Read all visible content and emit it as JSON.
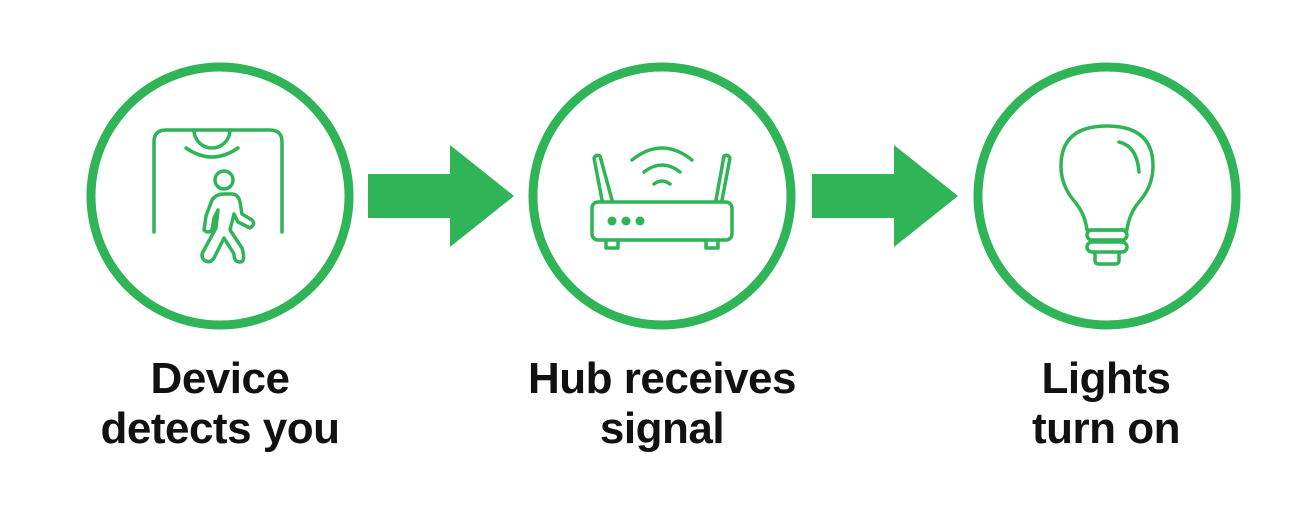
{
  "diagram": {
    "type": "process-flow",
    "colors": {
      "accent": "#2fb457",
      "text": "#111111",
      "background": "#ffffff"
    },
    "steps": [
      {
        "icon": "motion-sensor-icon",
        "label_line1": "Device",
        "label_line2": "detects you"
      },
      {
        "icon": "wifi-router-icon",
        "label_line1": "Hub receives",
        "label_line2": "signal"
      },
      {
        "icon": "light-bulb-icon",
        "label_line1": "Lights",
        "label_line2": "turn on"
      }
    ],
    "connectors": [
      {
        "from": 0,
        "to": 1,
        "icon": "arrow-right-icon"
      },
      {
        "from": 1,
        "to": 2,
        "icon": "arrow-right-icon"
      }
    ]
  }
}
